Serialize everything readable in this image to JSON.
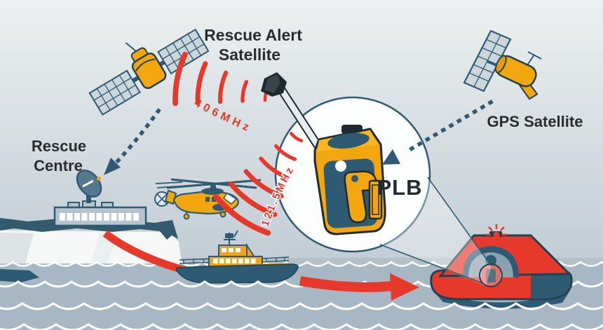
{
  "diagram": {
    "labels": {
      "rescue_alert_satellite_line1": "Rescue Alert",
      "rescue_alert_satellite_line2": "Satellite",
      "gps_satellite": "GPS Satellite",
      "rescue_centre_line1": "Rescue",
      "rescue_centre_line2": "Centre",
      "plb": "PLB",
      "freq_distress": "406MHz",
      "freq_homing": "121.5MHz"
    },
    "colors": {
      "accent_red": "#E6392C",
      "dark_blue": "#2E5B73",
      "outline_dark": "#1E2A30",
      "orange": "#F2A70E",
      "sky_top": "#ECEFEF",
      "sky_bottom": "#C2CDD5",
      "sea": "#A7B7C3",
      "cliff_white": "#F6F8F8",
      "label_text": "#2A2D2F"
    }
  }
}
